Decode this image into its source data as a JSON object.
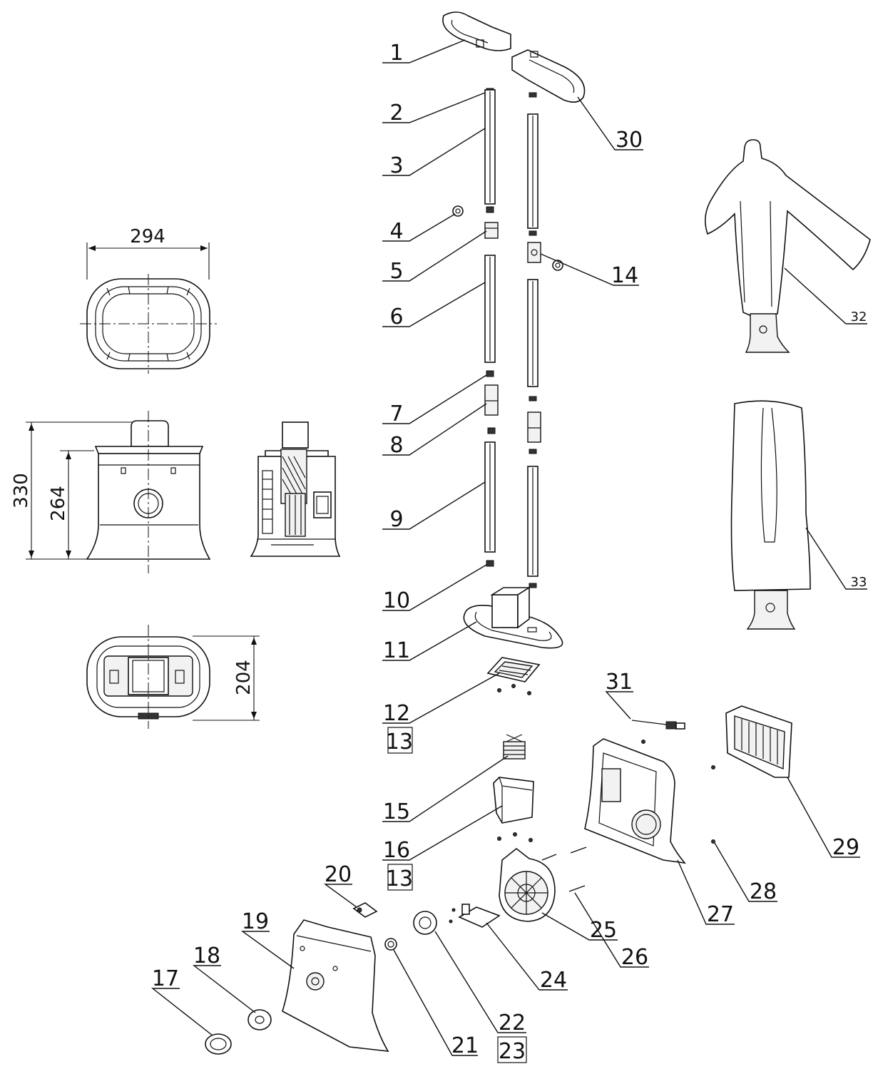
{
  "callouts": {
    "c1": "1",
    "c2": "2",
    "c3": "3",
    "c4": "4",
    "c5": "5",
    "c6": "6",
    "c7": "7",
    "c8": "8",
    "c9": "9",
    "c10": "10",
    "c11": "11",
    "c12": "12",
    "c13a": "13",
    "c13b": "13",
    "c14": "14",
    "c15": "15",
    "c16": "16",
    "c17": "17",
    "c18": "18",
    "c19": "19",
    "c20": "20",
    "c21": "21",
    "c22": "22",
    "c23": "23",
    "c24": "24",
    "c25": "25",
    "c26": "26",
    "c27": "27",
    "c28": "28",
    "c29": "29",
    "c30": "30",
    "c31": "31",
    "c32": "32",
    "c33": "33"
  },
  "dimensions": {
    "top_width": "294",
    "overall_height": "330",
    "body_height": "264",
    "depth": "204"
  }
}
